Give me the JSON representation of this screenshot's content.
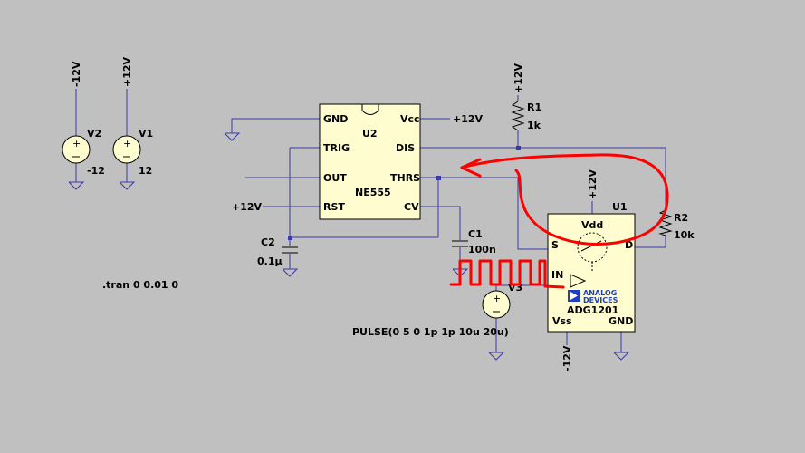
{
  "colors": {
    "background": "#c0c0c0",
    "wire": "#3a3aa8",
    "component": "#000000",
    "component_fill": "#fffdd0",
    "annotation": "#ff0000",
    "logo_blue": "#1f3fc0"
  },
  "directive": ".tran 0 0.01 0",
  "sources": {
    "v2": {
      "name": "V2",
      "value": "-12",
      "rail": "-12V"
    },
    "v1": {
      "name": "V1",
      "value": "12",
      "rail": "+12V"
    },
    "v3": {
      "name": "V3",
      "value": "PULSE(0 5 0 1p 1p 10u 20u)"
    }
  },
  "ne555": {
    "ref": "U2",
    "part": "NE555",
    "pins": {
      "gnd": "GND",
      "vcc": "Vcc",
      "trig": "TRIG",
      "dis": "DIS",
      "out": "OUT",
      "thrs": "THRS",
      "rst": "RST",
      "cv": "CV"
    }
  },
  "adg1201": {
    "ref": "U1",
    "part": "ADG1201",
    "pins": {
      "vdd": "Vdd",
      "s": "S",
      "d": "D",
      "in": "IN",
      "vss": "Vss",
      "gnd": "GND"
    },
    "logo_line1": "ANALOG",
    "logo_line2": "DEVICES"
  },
  "r1": {
    "ref": "R1",
    "value": "1k"
  },
  "r2": {
    "ref": "R2",
    "value": "10k"
  },
  "c1": {
    "ref": "C1",
    "value": "100n"
  },
  "c2": {
    "ref": "C2",
    "value": "0.1µ"
  },
  "rails": {
    "vcc_label": "+12V",
    "rst_label": "+12V",
    "r1_top_label": "+12V",
    "u1_vdd_label": "+12V",
    "u1_vss_label": "-12V"
  }
}
